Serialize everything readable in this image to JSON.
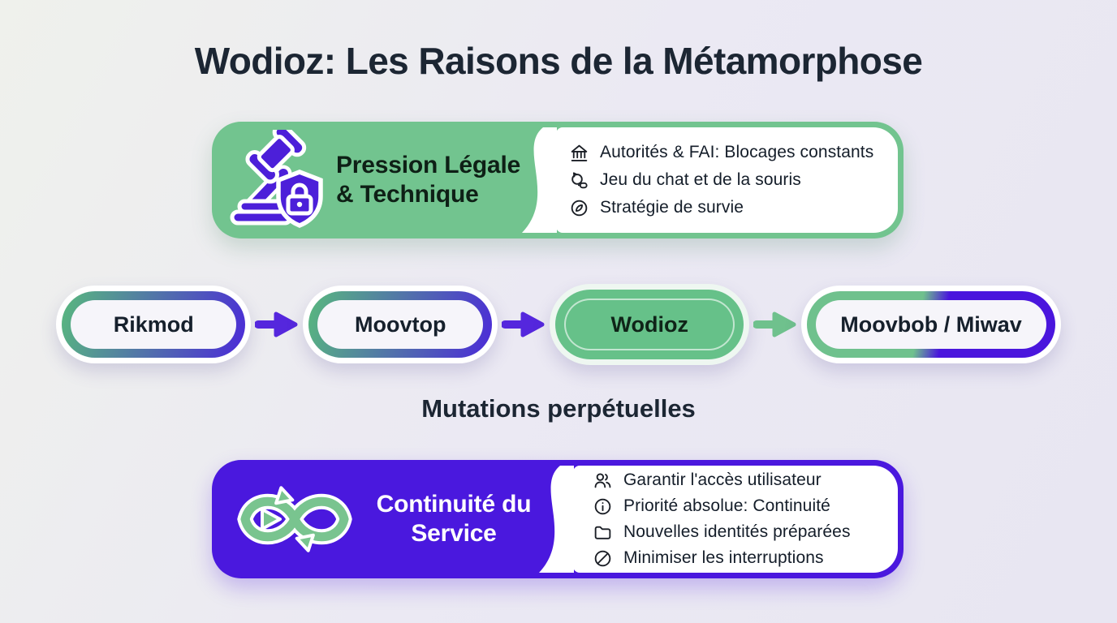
{
  "title": "Wodioz: Les Raisons de la Métamorphose",
  "colors": {
    "background_start": "#eff1ec",
    "background_end": "#e8e6f2",
    "green": "#72c48f",
    "purple": "#4a18de",
    "arrow_purple": "#5527dd",
    "arrow_green": "#6fc18d",
    "text_dark": "#1c2633"
  },
  "card_pressure": {
    "icon": "gavel-shield-lock-icon",
    "title_line1": "Pression Légale",
    "title_line2": "& Technique",
    "items": [
      {
        "icon": "landmark-icon",
        "text": "Autorités & FAI: Blocages constants"
      },
      {
        "icon": "cat-mouse-icon",
        "text": "Jeu du chat et de la souris"
      },
      {
        "icon": "compass-icon",
        "text": "Stratégie de survie"
      }
    ]
  },
  "flow": {
    "nodes": [
      {
        "label": "Rikmod",
        "style": "gradient-border"
      },
      {
        "label": "Moovtop",
        "style": "gradient-border"
      },
      {
        "label": "Wodioz",
        "style": "green-filled"
      },
      {
        "label": "Moovbob / Miwav",
        "style": "green-purple-split-border"
      }
    ],
    "arrows": [
      "purple",
      "purple",
      "green"
    ],
    "caption": "Mutations perpétuelles"
  },
  "card_continuity": {
    "icon": "infinity-play-icon",
    "title_line1": "Continuité du",
    "title_line2": "Service",
    "items": [
      {
        "icon": "users-icon",
        "text": "Garantir l'accès utilisateur"
      },
      {
        "icon": "info-icon",
        "text": "Priorité absolue: Continuité"
      },
      {
        "icon": "folder-icon",
        "text": "Nouvelles identités préparées"
      },
      {
        "icon": "ban-icon",
        "text": "Minimiser les interruptions"
      }
    ]
  }
}
